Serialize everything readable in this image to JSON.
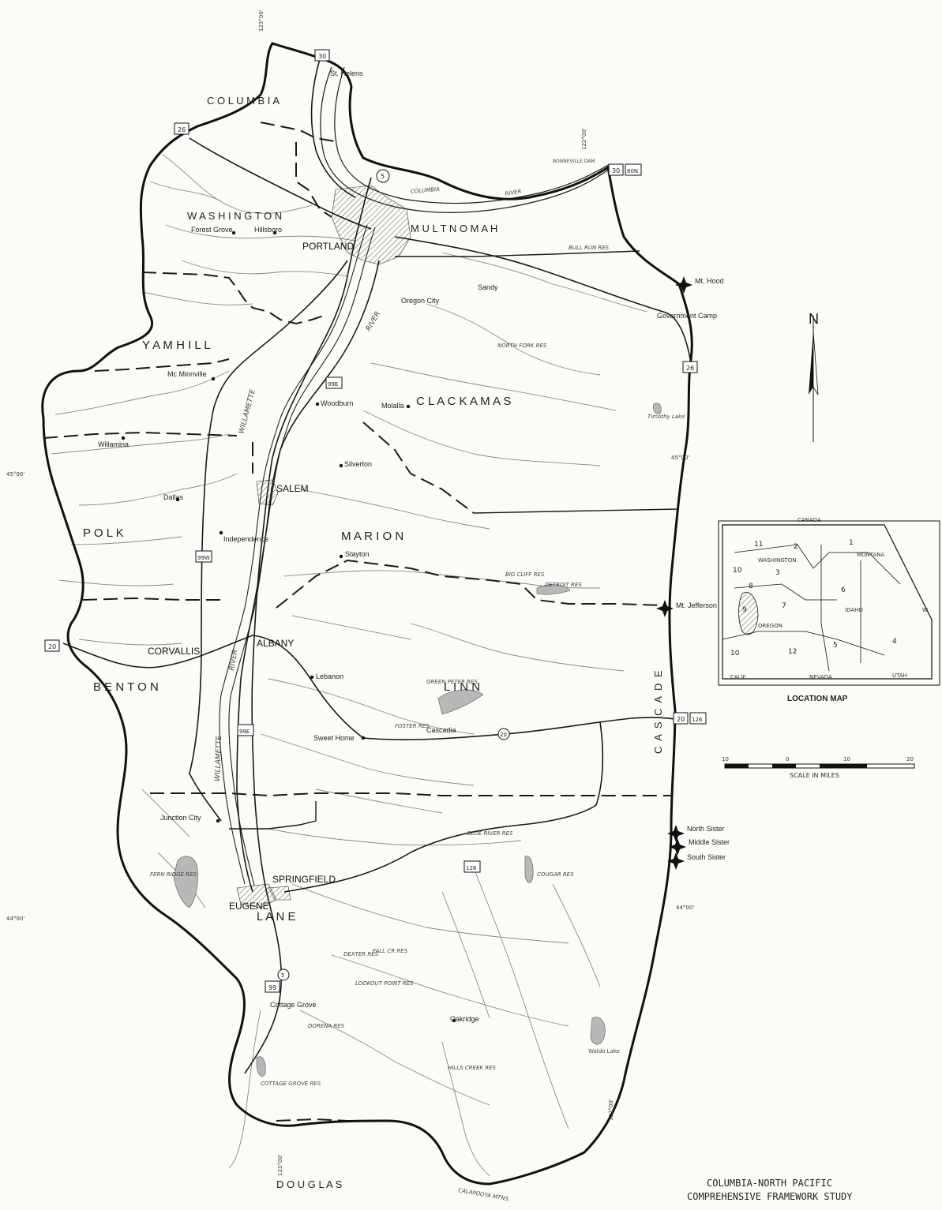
{
  "counties": {
    "columbia": "C O L U M B I A",
    "washington": "W A S H I N G T O N",
    "multnomah": "M U L T N O M A H",
    "yamhill": "Y A M H I L L",
    "clackamas": "C L A C K A M A S",
    "polk": "P O L K",
    "marion": "M A R I O N",
    "benton": "B E N T O N",
    "linn": "L I N N",
    "lane": "L A N E",
    "douglas": "D O U G L A S",
    "cascade": "C A S C A D E"
  },
  "towns": {
    "st_helens": "St. Helens",
    "forest_grove": "Forest Grove",
    "hillsboro": "Hillsboro",
    "portland": "PORTLAND",
    "sandy": "Sandy",
    "oregon_city": "Oregon City",
    "government_camp": "Government Camp",
    "mcminnville": "Mc Minnville",
    "woodburn": "Woodburn",
    "molalla": "Molalla",
    "willamina": "Willamina",
    "silverton": "Silverton",
    "salem": "SALEM",
    "dallas": "Dallas",
    "independence": "Independence",
    "stayton": "Stayton",
    "corvallis": "CORVALLIS",
    "albany": "ALBANY",
    "lebanon": "Lebanon",
    "sweet_home": "Sweet Home",
    "cascadia": "Cascadia",
    "junction_city": "Junction City",
    "springfield": "SPRINGFIELD",
    "eugene": "EUGENE",
    "cottage_grove": "Cottage Grove",
    "oakridge": "Oakridge"
  },
  "peaks": {
    "mt_hood": "Mt. Hood",
    "mt_jefferson": "Mt. Jefferson",
    "north_sister": "North Sister",
    "middle_sister": "Middle Sister",
    "south_sister": "South Sister"
  },
  "landmarks": {
    "bonneville_dam": "BONNEVILLE DAM"
  },
  "rivers": {
    "columbia_river": "COLUMBIA",
    "columbia_river_2": "RIVER",
    "willamette": "WILLAMETTE",
    "river_main": "RIVER",
    "willamette_south": "WILLAMETTE",
    "river_south": "RIVER"
  },
  "reservoirs": {
    "bull_run": "BULL RUN RES",
    "north_fork": "NORTH FORK RES",
    "timothy_lake": "Timothy Lake",
    "big_cliff": "BIG CLIFF RES",
    "detroit": "DETROIT RES",
    "green_peter": "GREEN PETER RES",
    "foster": "FOSTER RES",
    "blue_river": "BLUE RIVER RES",
    "cougar": "COUGAR RES",
    "fern_ridge": "FERN RIDGE RES",
    "fall_creek": "FALL CR RES",
    "dexter": "DEXTER RES",
    "lookout_point": "LOOKOUT POINT RES",
    "dorena": "DORENA RES",
    "cottage_grove_res": "COTTAGE GROVE RES",
    "hills_creek": "HILLS CREEK RES",
    "waldo_lake": "Waldo Lake"
  },
  "highways": [
    "30",
    "26",
    "5",
    "30",
    "80N",
    "26",
    "99E",
    "99W",
    "20",
    "20",
    "126",
    "20",
    "99E",
    "126",
    "99",
    "5"
  ],
  "coordinates": {
    "lon_123_top": "123°00'",
    "lon_122_top": "122°00'",
    "lat_45_left": "45°00'",
    "lat_45_right": "45°00'",
    "lat_44_left": "44°00'",
    "lat_44_right": "44°00'",
    "lon_122_bottom": "122°00'",
    "lon_123_bottom": "123°00'"
  },
  "mountains": "CALAPOOYA MTNS.",
  "location_map": {
    "title": "LOCATION MAP",
    "canada": "CANADA",
    "washington": "WASHINGTON",
    "montana": "MONTANA",
    "idaho": "IDAHO",
    "oregon": "OREGON",
    "nevada": "NEVADA",
    "utah": "UTAH",
    "calif": "CALIF.",
    "wy": "W",
    "areas": [
      "1",
      "2",
      "3",
      "4",
      "5",
      "6",
      "7",
      "8",
      "9",
      "10",
      "10",
      "11",
      "12"
    ]
  },
  "scale": {
    "title": "SCALE IN MILES",
    "ticks": [
      "10",
      "0",
      "10",
      "20"
    ]
  },
  "north_arrow": "N",
  "credit": {
    "line1": "COLUMBIA-NORTH PACIFIC",
    "line2": "COMPREHENSIVE FRAMEWORK STUDY"
  },
  "colors": {
    "ink": "#1a1a1a",
    "paper": "#fbfbf8",
    "stream": "#7a7a7a",
    "reservoir": "#b8b8b8"
  }
}
